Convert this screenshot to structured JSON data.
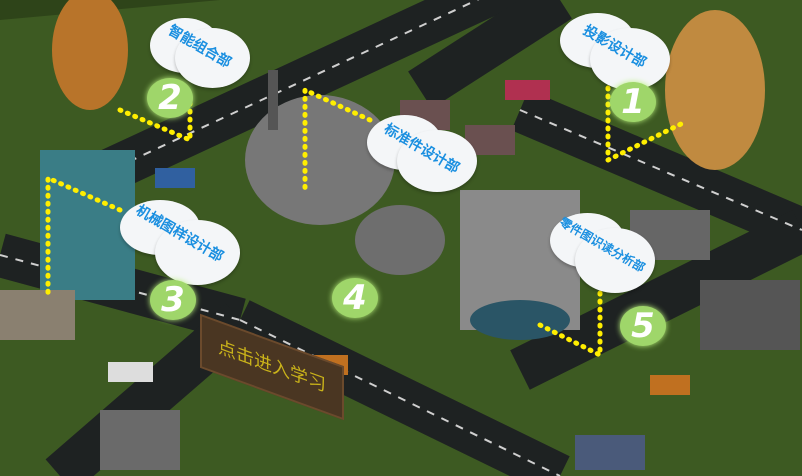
{
  "departments": [
    {
      "number": "1",
      "label": "投影设计部"
    },
    {
      "number": "2",
      "label": "智能组合部"
    },
    {
      "number": "3",
      "label": "机械图样设计部"
    },
    {
      "number": "4",
      "label": "标准件设计部"
    },
    {
      "number": "5",
      "label": "零件图识读分析部"
    }
  ],
  "sign": {
    "label": "点击进入学习"
  },
  "colors": {
    "ground": "#3d5a22",
    "road": "#1e2222",
    "dots": "#ffee00",
    "cloud_text": "#1a8fe0",
    "badge": "#9fd66a"
  }
}
